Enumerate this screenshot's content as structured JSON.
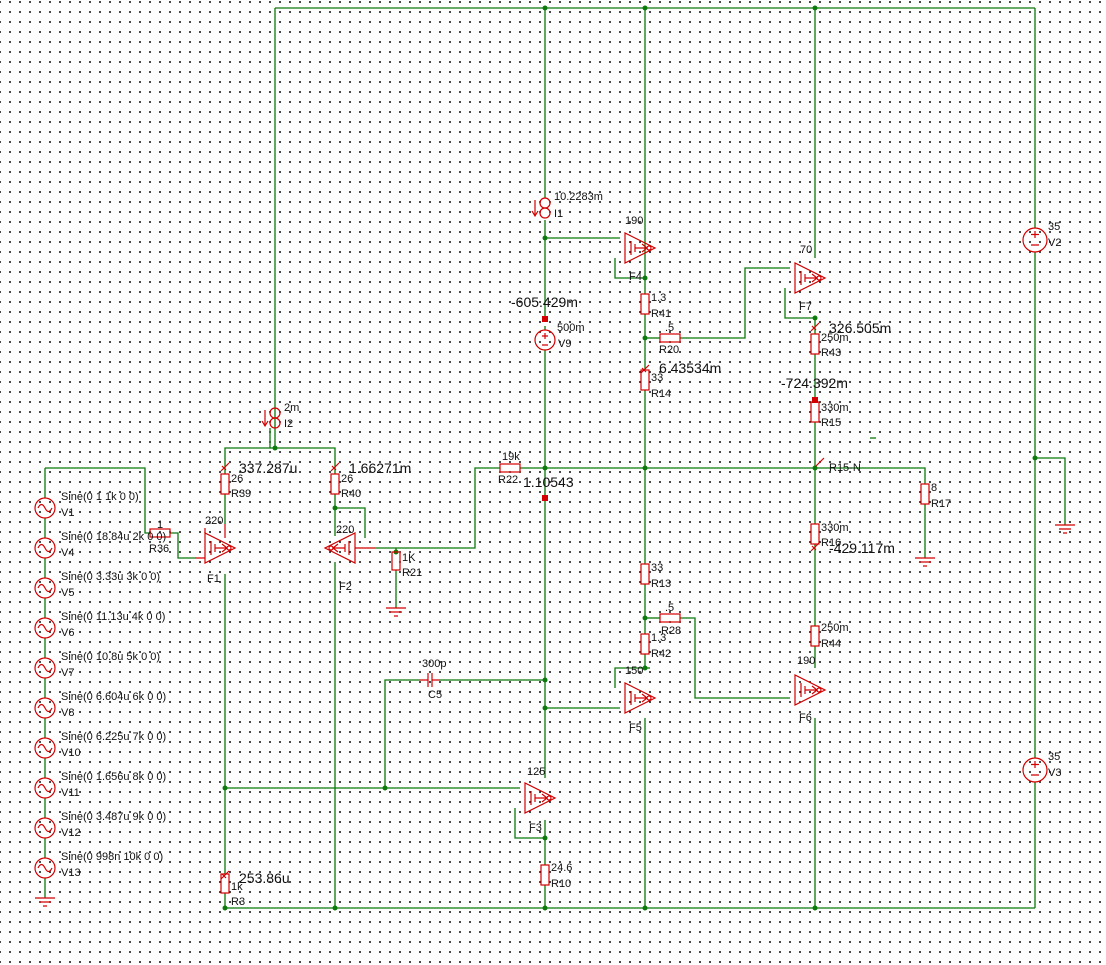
{
  "colors": {
    "wire": "#0a7a0a",
    "component": "#d40000",
    "text": "#111111",
    "grid": "#1a1a1a"
  },
  "components": {
    "I1": {
      "name": "I1",
      "value": "10.2283m"
    },
    "I2": {
      "name": "I2",
      "value": "2m"
    },
    "V9": {
      "name": "V9",
      "value": "500m"
    },
    "V2": {
      "name": "V2",
      "value": "35"
    },
    "V3": {
      "name": "V3",
      "value": "35"
    },
    "F1": {
      "name": "F1",
      "value": "220"
    },
    "F2": {
      "name": "F2",
      "value": "220"
    },
    "F3": {
      "name": "F3",
      "value": "125"
    },
    "F4": {
      "name": "F4",
      "value": "190"
    },
    "F5": {
      "name": "F5",
      "value": "150"
    },
    "F6": {
      "name": "F6",
      "value": "190"
    },
    "F7": {
      "name": "F7",
      "value": "70"
    },
    "R39": {
      "name": "R39",
      "value": "26"
    },
    "R40": {
      "name": "R40",
      "value": "26"
    },
    "R3": {
      "name": "R3",
      "value": "1k"
    },
    "R21": {
      "name": "R21",
      "value": "1K"
    },
    "R22": {
      "name": "R22",
      "value": "19k"
    },
    "R36": {
      "name": "R36",
      "value": "1"
    },
    "R10": {
      "name": "R10",
      "value": "24.6"
    },
    "R41": {
      "name": "R41",
      "value": "1.3"
    },
    "R42": {
      "name": "R42",
      "value": "1.3"
    },
    "R14": {
      "name": "R14",
      "value": "33"
    },
    "R13": {
      "name": "R13",
      "value": "33"
    },
    "R20": {
      "name": "R20",
      "value": ".5"
    },
    "R28": {
      "name": "R28",
      "value": ".5"
    },
    "R43": {
      "name": "R43",
      "value": "250m"
    },
    "R44": {
      "name": "R44",
      "value": "250m"
    },
    "R15": {
      "name": "R15",
      "value": "330m"
    },
    "R16": {
      "name": "R16",
      "value": "330m"
    },
    "R17": {
      "name": "R17",
      "value": "8"
    },
    "C5": {
      "name": "C5",
      "value": "300p"
    }
  },
  "sources": [
    {
      "name": "V1",
      "spec": "Sine(0 1 1k 0 0)"
    },
    {
      "name": "V4",
      "spec": "Sine(0 18.84u 2k 0 0)"
    },
    {
      "name": "V5",
      "spec": "Sine(0 3.33u 3k 0 0)"
    },
    {
      "name": "V6",
      "spec": "Sine(0 11.13u 4k 0 0)"
    },
    {
      "name": "V7",
      "spec": "Sine(0 10.8u 5k 0 0)"
    },
    {
      "name": "V8",
      "spec": "Sine(0 6.604u 6k 0 0)"
    },
    {
      "name": "V10",
      "spec": "Sine(0 6.225u 7k 0 0)"
    },
    {
      "name": "V11",
      "spec": "Sine(0 1.656u 8k 0 0)"
    },
    {
      "name": "V12",
      "spec": "Sine(0 3.487u 9k 0 0)"
    },
    {
      "name": "V13",
      "spec": "Sine(0 998n 10k 0 0)"
    }
  ],
  "probes": {
    "p_r39": "337.287u",
    "p_r40": "1.66271m",
    "p_r3": "253.86u",
    "p_v9": "-605.429m",
    "p_r22": "1.10543",
    "p_r14": "6.43534m",
    "p_r43": "326.505m",
    "p_r15": "-724.392m",
    "p_r16": "-429.117m",
    "p_out": "R15-N"
  }
}
